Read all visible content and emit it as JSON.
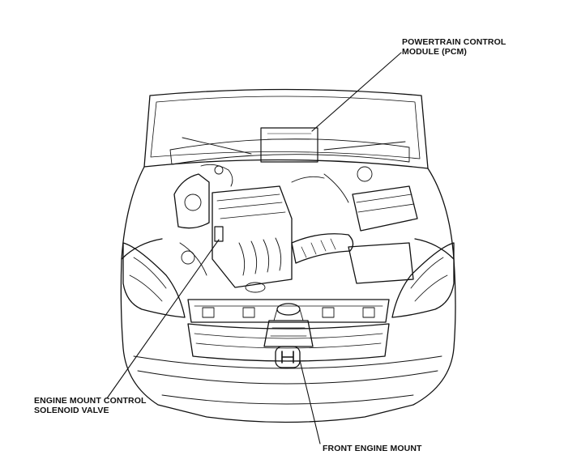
{
  "callouts": {
    "pcm": {
      "line1": "POWERTRAIN CONTROL",
      "line2": "MODULE (PCM)"
    },
    "solenoid": {
      "line1": "ENGINE MOUNT CONTROL",
      "line2": "SOLENOID VALVE"
    },
    "front_mount": {
      "line1": "FRONT ENGINE MOUNT"
    }
  },
  "colors": {
    "line": "#111111",
    "background": "#ffffff"
  }
}
